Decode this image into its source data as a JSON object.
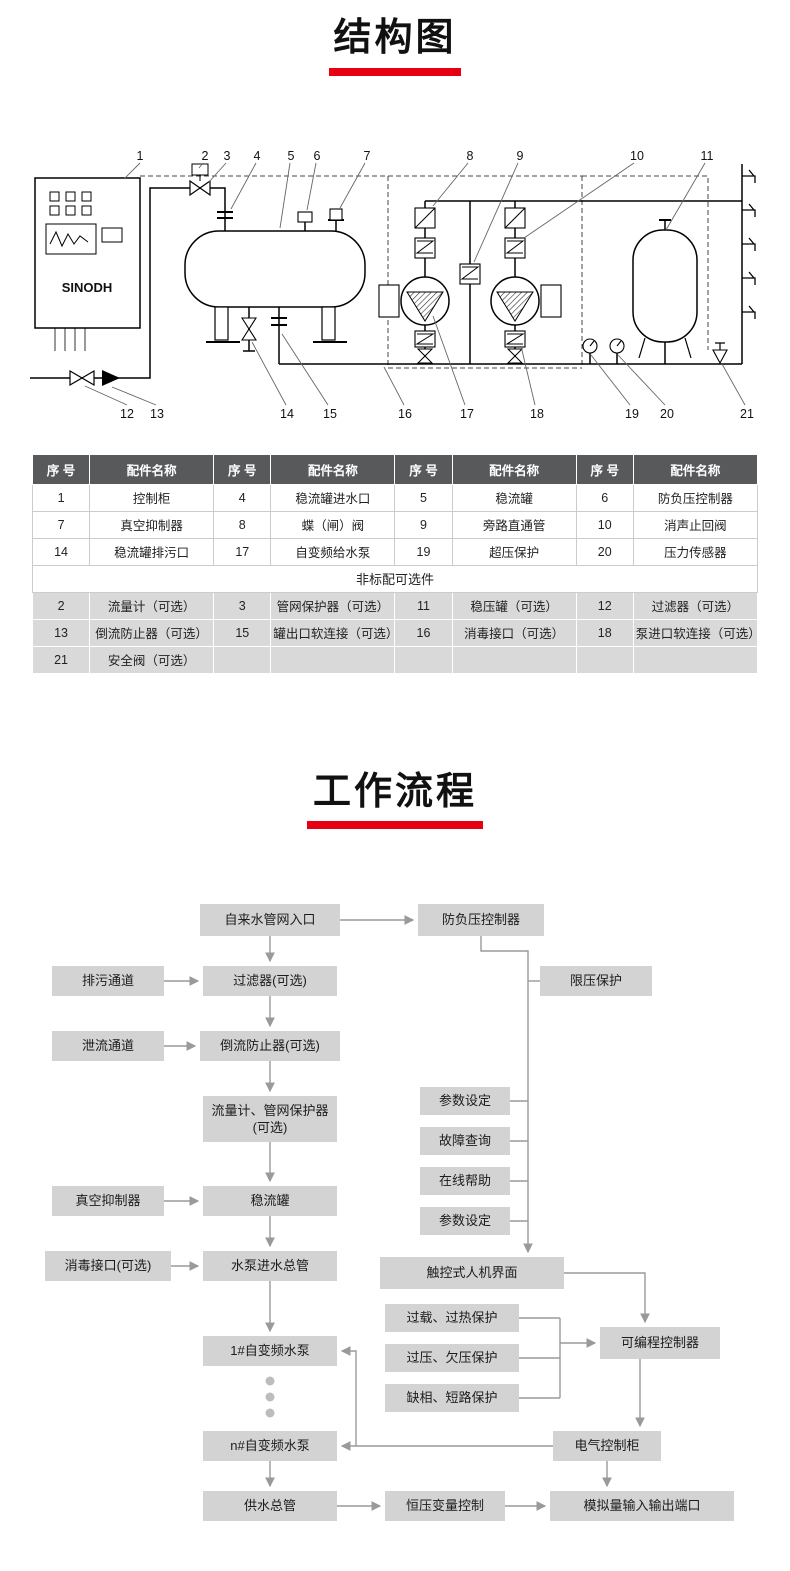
{
  "page": {
    "section1_title": "结构图",
    "section2_title": "工作流程"
  },
  "colors": {
    "accent_red": "#e60012",
    "table_header_bg": "#58595b",
    "optional_row_bg": "#d9d9d9",
    "flow_box_bg": "#d3d3d3"
  },
  "schematic": {
    "brand": "SINODH",
    "top_callouts": [
      "1",
      "2",
      "3",
      "4",
      "5",
      "6",
      "7",
      "8",
      "9",
      "10",
      "11"
    ],
    "bottom_callouts": [
      "12",
      "13",
      "14",
      "15",
      "16",
      "17",
      "18",
      "19",
      "20",
      "21"
    ]
  },
  "parts_table": {
    "headers": [
      "序 号",
      "配件名称",
      "序 号",
      "配件名称",
      "序 号",
      "配件名称",
      "序 号",
      "配件名称"
    ],
    "standard_rows": [
      [
        "1",
        "控制柜",
        "4",
        "稳流罐进水口",
        "5",
        "稳流罐",
        "6",
        "防负压控制器"
      ],
      [
        "7",
        "真空抑制器",
        "8",
        "蝶（闸）阀",
        "9",
        "旁路直通管",
        "10",
        "消声止回阀"
      ],
      [
        "14",
        "稳流罐排污口",
        "17",
        "自变频给水泵",
        "19",
        "超压保护",
        "20",
        "压力传感器"
      ]
    ],
    "optional_title": "非标配可选件",
    "optional_rows": [
      [
        "2",
        "流量计（可选）",
        "3",
        "管网保护器（可选）",
        "11",
        "稳压罐（可选）",
        "12",
        "过滤器（可选）"
      ],
      [
        "13",
        "倒流防止器（可选）",
        "15",
        "罐出口软连接（可选）",
        "16",
        "消毒接口（可选）",
        "18",
        "泵进口软连接（可选）"
      ],
      [
        "21",
        "安全阀（可选）",
        "",
        "",
        "",
        "",
        "",
        ""
      ]
    ]
  },
  "flowchart": {
    "inlet": "自来水管网入口",
    "filter": "过滤器(可选)",
    "backflow_preventer": "倒流防止器(可选)",
    "flow_meter": "流量计、管网保护器(可选)",
    "tank": "稳流罐",
    "suction_main": "水泵进水总管",
    "pump_1": "1#自变频水泵",
    "pump_n": "n#自变频水泵",
    "supply_main": "供水总管",
    "drain_channel": "排污通道",
    "relief_channel": "泄流通道",
    "vacuum_suppressor": "真空抑制器",
    "disinfect_port": "消毒接口(可选)",
    "neg_pressure_controller": "防负压控制器",
    "pressure_limit": "限压保护",
    "param_setting_1": "参数设定",
    "fault_query": "故障查询",
    "online_help": "在线帮助",
    "param_setting_2": "参数设定",
    "hmi": "触控式人机界面",
    "overload_protection": "过载、过热保护",
    "overvolt_protection": "过压、欠压保护",
    "phase_protection": "缺相、短路保护",
    "plc": "可编程控制器",
    "electric_cabinet": "电气控制柜",
    "analog_io": "模拟量输入输出端口",
    "constant_pressure": "恒压变量控制"
  }
}
